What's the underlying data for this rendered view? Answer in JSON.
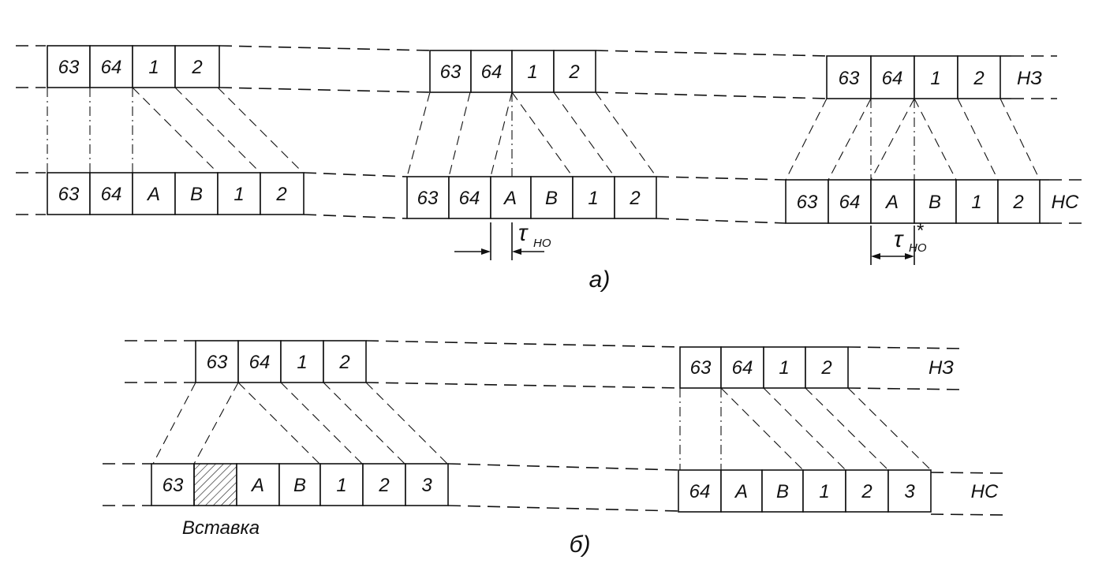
{
  "panel_a": {
    "caption": "a)",
    "top_row_label": "НЗ",
    "bottom_row_label": "НС",
    "top_cells": [
      "63",
      "64",
      "1",
      "2"
    ],
    "bottom_cells": [
      "63",
      "64",
      "A",
      "B",
      "1",
      "2"
    ],
    "tau_main": "τ",
    "tau_sub": "НО",
    "tau_star_main": "τ",
    "tau_star_sub": "НО",
    "tau_star_mark": "*"
  },
  "panel_b": {
    "caption": "б)",
    "top_row_label": "НЗ",
    "bottom_row_label": "НС",
    "top_cells": [
      "63",
      "64",
      "1",
      "2"
    ],
    "bottom_left_cells": [
      "63",
      "",
      "A",
      "B",
      "1",
      "2",
      "3"
    ],
    "bottom_right_cells": [
      "64",
      "A",
      "B",
      "1",
      "2",
      "3"
    ],
    "insert_label": "Вставка"
  }
}
